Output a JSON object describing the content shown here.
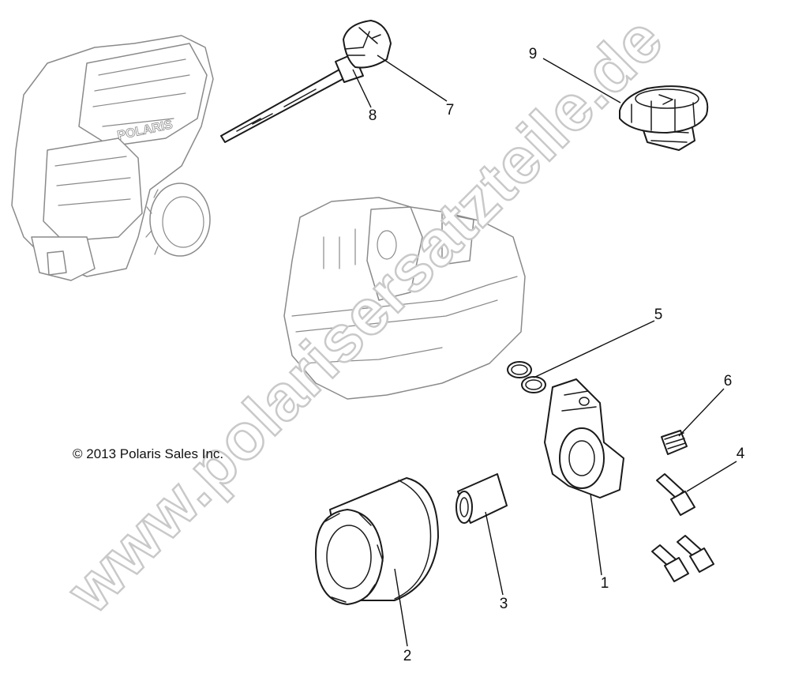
{
  "copyright": "© 2013 Polaris Sales Inc.",
  "watermark": "www.polarisersatzteile.de",
  "brand_embossing": "POLARIS",
  "callouts": [
    {
      "id": "1",
      "label": "1"
    },
    {
      "id": "2",
      "label": "2"
    },
    {
      "id": "3",
      "label": "3"
    },
    {
      "id": "4",
      "label": "4"
    },
    {
      "id": "5",
      "label": "5"
    },
    {
      "id": "6",
      "label": "6"
    },
    {
      "id": "7",
      "label": "7"
    },
    {
      "id": "8",
      "label": "8"
    },
    {
      "id": "9",
      "label": "9"
    }
  ]
}
